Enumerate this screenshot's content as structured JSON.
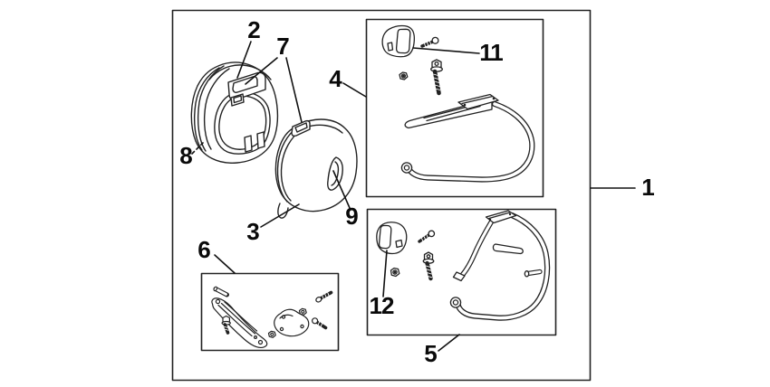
{
  "diagram": {
    "type": "exploded-parts-diagram",
    "background": "#ffffff",
    "line_color": "#222222",
    "callouts": [
      {
        "label": "1"
      },
      {
        "label": "2"
      },
      {
        "label": "3"
      },
      {
        "label": "4"
      },
      {
        "label": "5"
      },
      {
        "label": "6"
      },
      {
        "label": "7"
      },
      {
        "label": "8"
      },
      {
        "label": "9"
      },
      {
        "label": "11"
      },
      {
        "label": "12"
      }
    ]
  }
}
